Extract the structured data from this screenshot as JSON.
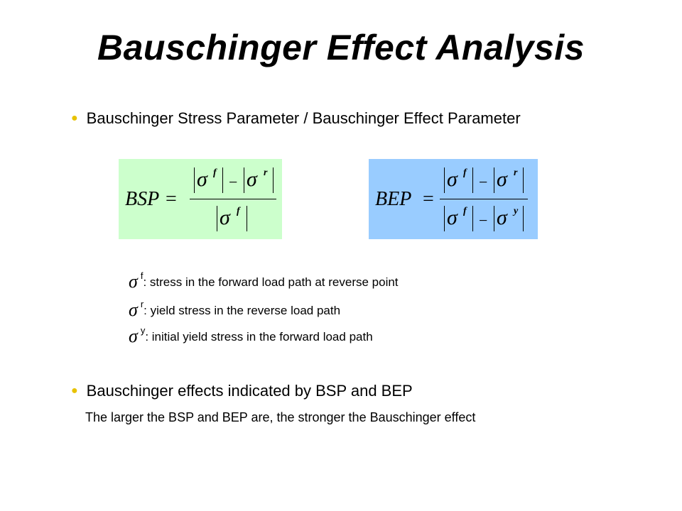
{
  "slide": {
    "title": "Bauschinger Effect Analysis",
    "bullet1": "Bauschinger Stress Parameter / Bauschinger Effect Parameter",
    "bullet2": "Bauschinger effects indicated by BSP and BEP",
    "bullet2_sub": "The larger the BSP and BEP are, the stronger the Bauschinger effect",
    "bullet_color": "#e8c200"
  },
  "formulas": {
    "bsp": {
      "lhs": "BSP",
      "eq": "=",
      "sigma": "σ",
      "minus": "−",
      "f": "f",
      "r": "r",
      "bg": "#ccffcc"
    },
    "bep": {
      "lhs": "BEP",
      "eq": "=",
      "sigma": "σ",
      "minus": "−",
      "f": "f",
      "r": "r",
      "y": "y",
      "bg": "#99ccff"
    }
  },
  "definitions": [
    {
      "symbol": "σ",
      "sup": "f",
      "text": ": stress in the forward load path at reverse point"
    },
    {
      "symbol": "σ",
      "sup": "r",
      "text": ": yield stress in the reverse load path"
    },
    {
      "symbol": "σ",
      "sup": "y",
      "text": ": initial yield stress in the forward load path"
    }
  ]
}
